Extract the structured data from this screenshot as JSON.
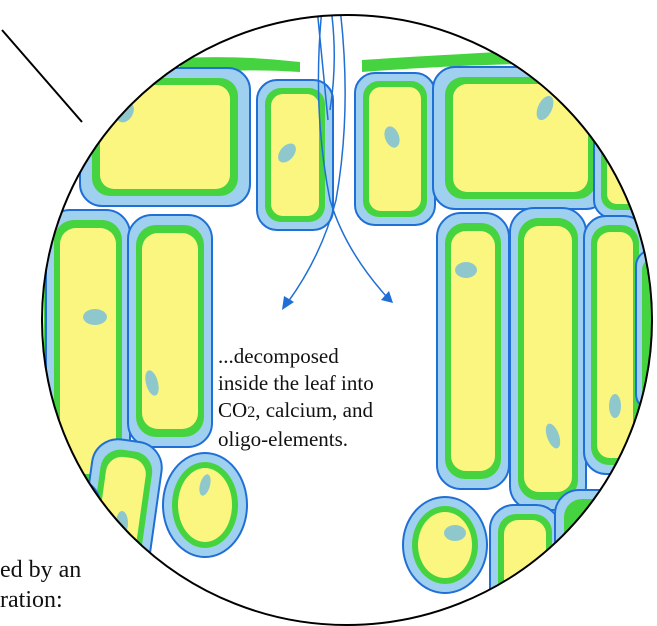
{
  "caption": {
    "line1": "...decomposed",
    "line2": "inside the leaf into",
    "line3a": "CO",
    "line3b": "2",
    "line3c": ", calcium, and",
    "line4": "oligo-elements."
  },
  "fragment": {
    "line1": "ed by an",
    "line2": "ration:"
  },
  "colors": {
    "cell_fill": "#fbf680",
    "cell_green": "#45d43f",
    "cell_blue": "#9fd0ef",
    "outline": "#1f6fd6",
    "nucleus": "#8fc8cc",
    "arrow": "#1f6fd6"
  }
}
